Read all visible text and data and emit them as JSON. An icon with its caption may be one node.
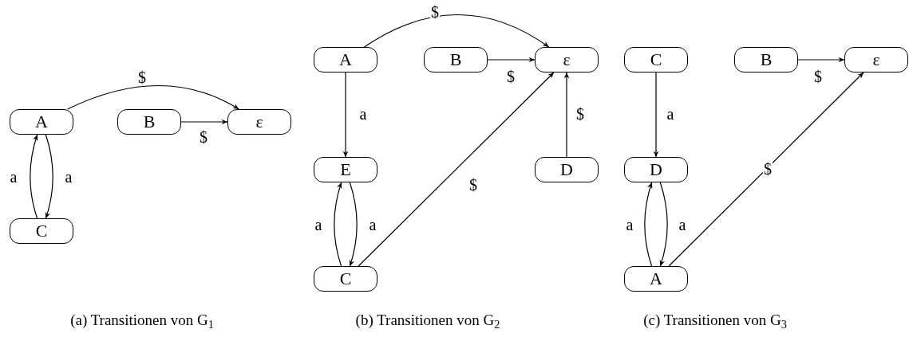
{
  "diagram": {
    "nodes": [
      {
        "text": [
          "A"
        ]
      },
      {
        "text": [
          "B"
        ]
      },
      {
        "text": [
          "ε"
        ]
      },
      {
        "text": [
          "C"
        ]
      },
      {
        "text": [
          "A"
        ]
      },
      {
        "text": [
          "B"
        ]
      },
      {
        "text": [
          "ε"
        ]
      },
      {
        "text": [
          "E"
        ]
      },
      {
        "text": [
          "D"
        ]
      },
      {
        "text": [
          "C"
        ]
      },
      {
        "text": [
          "C"
        ]
      },
      {
        "text": [
          "B"
        ]
      },
      {
        "text": [
          "ε"
        ]
      },
      {
        "text": [
          "D"
        ]
      },
      {
        "text": [
          "A"
        ]
      }
    ],
    "edges": [
      {
        "from": 0,
        "to": 2,
        "arrow": "to",
        "label": "$"
      },
      {
        "from": 1,
        "to": 2,
        "arrow": "to",
        "label": "$"
      },
      {
        "from": 3,
        "to": 0,
        "arrow": "to",
        "label": "a"
      },
      {
        "from": 0,
        "to": 3,
        "arrow": "to",
        "label": "a"
      },
      {
        "from": 4,
        "to": 6,
        "arrow": "to",
        "label": "$"
      },
      {
        "from": 5,
        "to": 6,
        "arrow": "to",
        "label": "$"
      },
      {
        "from": 4,
        "to": 7,
        "arrow": "to",
        "label": "a"
      },
      {
        "from": 8,
        "to": 6,
        "arrow": "to",
        "label": "$"
      },
      {
        "from": 9,
        "to": 7,
        "arrow": "to",
        "label": "a"
      },
      {
        "from": 7,
        "to": 9,
        "arrow": "to",
        "label": "a"
      },
      {
        "from": 9,
        "to": 6,
        "arrow": "to",
        "label": "$"
      },
      {
        "from": 10,
        "to": 13,
        "arrow": "to",
        "label": "a"
      },
      {
        "from": 11,
        "to": 12,
        "arrow": "to",
        "label": "$"
      },
      {
        "from": 14,
        "to": 13,
        "arrow": "to",
        "label": "a"
      },
      {
        "from": 13,
        "to": 14,
        "arrow": "to",
        "label": "a"
      },
      {
        "from": 14,
        "to": 12,
        "arrow": "to",
        "label": "$"
      }
    ],
    "labels": [
      "(a) Transitionen von G$_{1}$",
      "(b) Transitionen von G$_{2}$",
      "(c) Transitionen von G$_{3}$"
    ]
  }
}
